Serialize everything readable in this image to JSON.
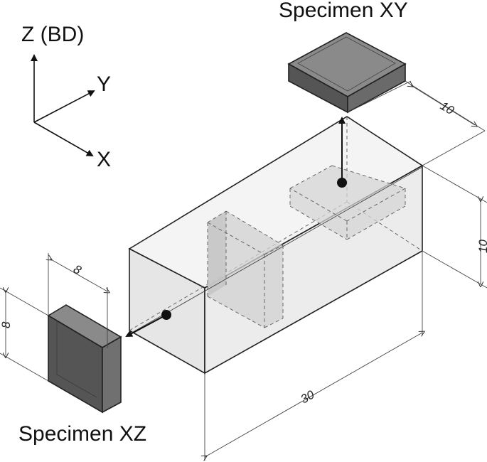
{
  "axes": {
    "z_label": "Z (BD)",
    "y_label": "Y",
    "x_label": "X"
  },
  "specimens": {
    "xy_label": "Specimen XY",
    "xz_label": "Specimen XZ"
  },
  "dimensions": {
    "xy_depth": "10",
    "height": "10",
    "length": "30",
    "xz_width": "8",
    "xz_height": "8"
  },
  "colors": {
    "block_face_light": "#ececec",
    "block_face_mid": "#e2e2e2",
    "specimen_dark": "#555555",
    "specimen_top": "#8a8a8a",
    "inner_section": "#cfcfcf"
  }
}
